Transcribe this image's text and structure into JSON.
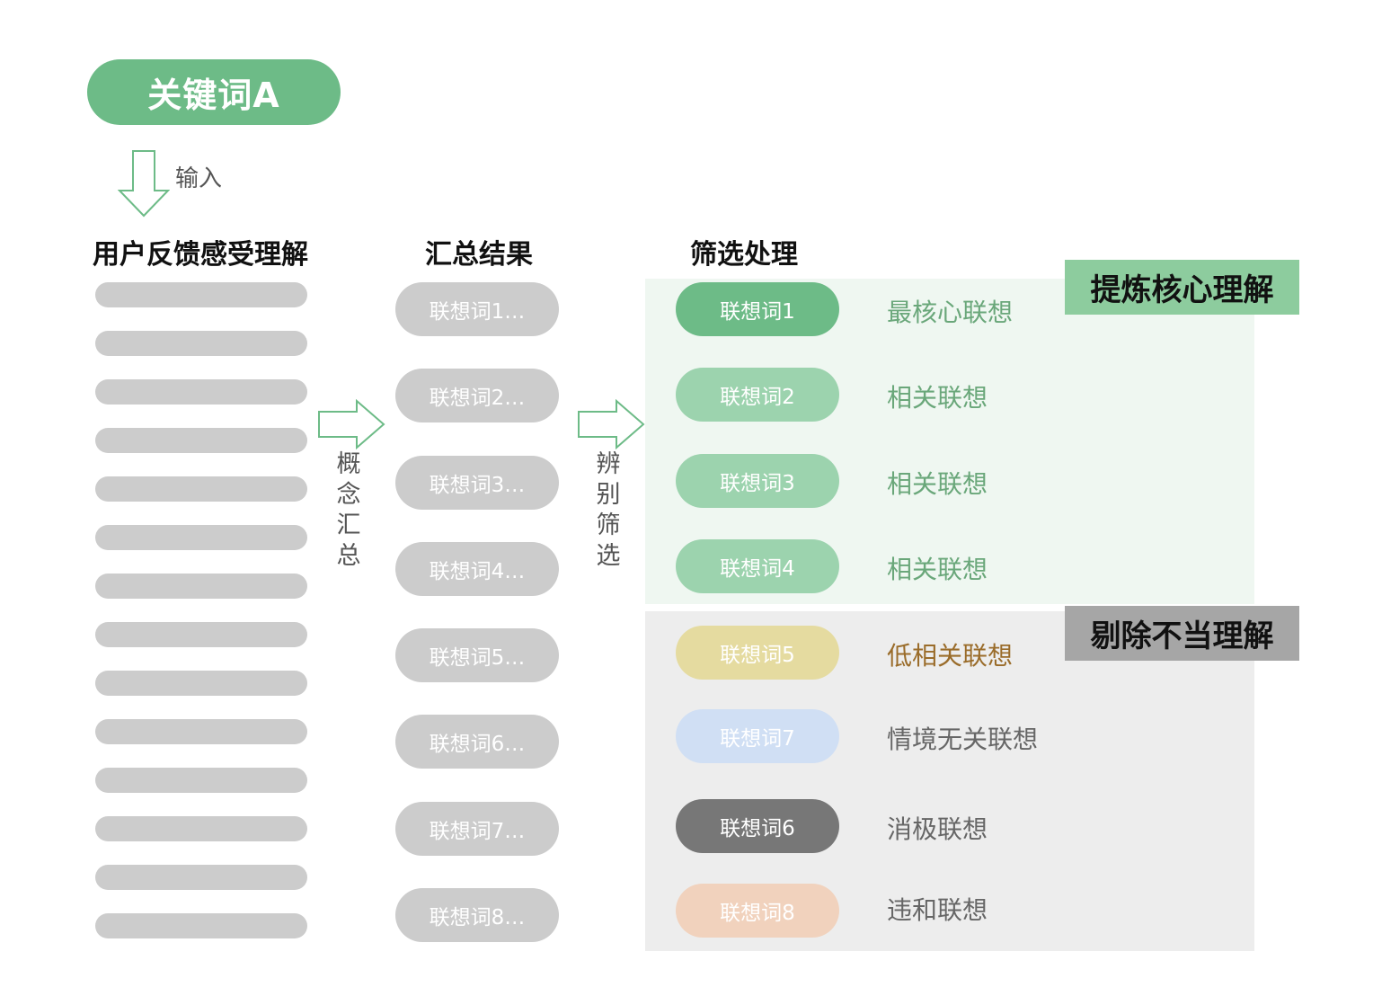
{
  "keyword": {
    "label": "关键词A",
    "color": "#6dbb87"
  },
  "input_label": "输入",
  "columns": {
    "feedback": "用户反馈感受理解",
    "summary": "汇总结果",
    "filter": "筛选处理"
  },
  "feedback_bar_count": 14,
  "summary_items": [
    "联想词1…",
    "联想词2…",
    "联想词3…",
    "联想词4…",
    "联想词5…",
    "联想词6…",
    "联想词7…",
    "联想词8…"
  ],
  "step_labels": {
    "aggregate": "概念汇总",
    "discriminate": "辨别筛选"
  },
  "tags": {
    "refine": "提炼核心理解",
    "reject": "剔除不当理解"
  },
  "filtered": [
    {
      "pill": "联想词1",
      "label": "最核心联想",
      "pill_color": "#6dbb87",
      "label_color": "#6aa77a"
    },
    {
      "pill": "联想词2",
      "label": "相关联想",
      "pill_color": "#9cd3ae",
      "label_color": "#6aa77a"
    },
    {
      "pill": "联想词3",
      "label": "相关联想",
      "pill_color": "#9cd3ae",
      "label_color": "#6aa77a"
    },
    {
      "pill": "联想词4",
      "label": "相关联想",
      "pill_color": "#9cd3ae",
      "label_color": "#6aa77a"
    },
    {
      "pill": "联想词5",
      "label": "低相关联想",
      "pill_color": "#e5dba0",
      "label_color": "#9a6c2a"
    },
    {
      "pill": "联想词7",
      "label": "情境无关联想",
      "pill_color": "#d0dff4",
      "label_color": "#666666"
    },
    {
      "pill": "联想词6",
      "label": "消极联想",
      "pill_color": "#777777",
      "label_color": "#666666"
    },
    {
      "pill": "联想词8",
      "label": "违和联想",
      "pill_color": "#f1d2bd",
      "label_color": "#666666"
    }
  ]
}
